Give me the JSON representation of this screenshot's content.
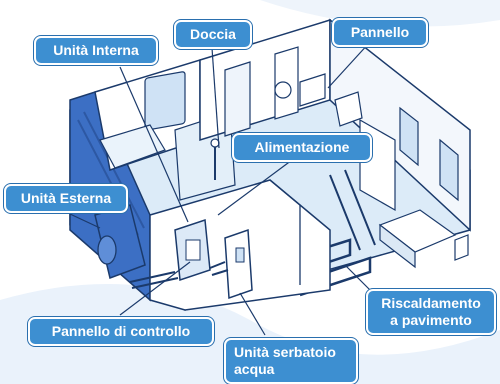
{
  "labels": {
    "internal_unit": "Unità Interna",
    "shower": "Doccia",
    "panel": "Pannello",
    "power_supply": "Alimentazione",
    "external_unit": "Unità Esterna",
    "control_panel": "Pannello di controllo",
    "floor_heating_line1": "Riscaldamento",
    "floor_heating_line2": "a pavimento",
    "water_tank_line1": "Unità serbatoio",
    "water_tank_line2": "acqua"
  },
  "colors": {
    "callout_fill": "#3d8fd1",
    "callout_text": "#ffffff",
    "house_wall": "#ffffff",
    "house_outline": "#1b3a6b",
    "house_floor": "#d8e9f7",
    "house_side": "#3c6fc4",
    "background_swoosh": "#e6f0fa"
  }
}
